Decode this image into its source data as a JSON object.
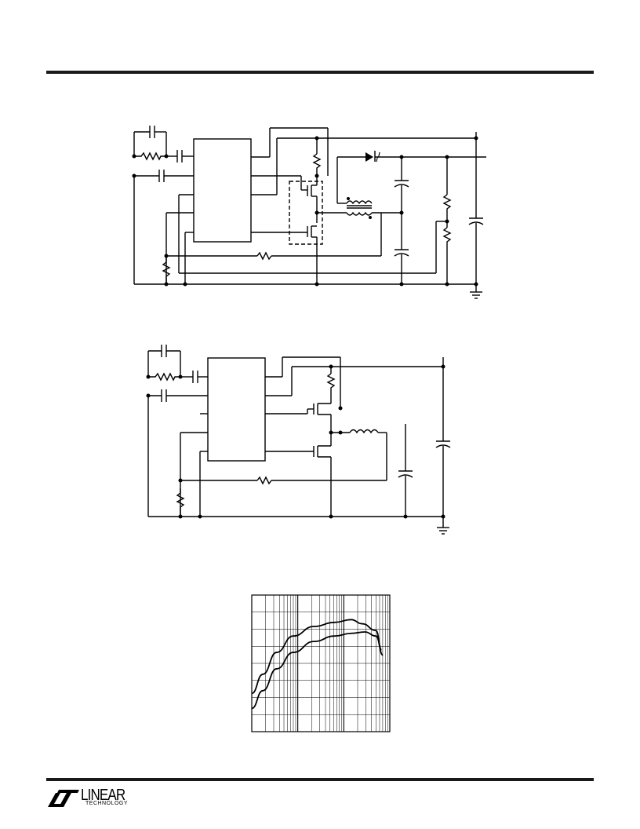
{
  "figures": [
    {
      "id": "schematic-transformer-boost",
      "kind": "circuit-schematic"
    },
    {
      "id": "schematic-buck",
      "kind": "circuit-schematic"
    }
  ],
  "chart_data": {
    "type": "line",
    "x_scale": "log",
    "grid": true,
    "title": "",
    "xlabel": "",
    "ylabel": "",
    "x_decades": 3,
    "y_divisions": 8,
    "series": [
      {
        "values_normalized": [
          [
            0.0,
            0.28
          ],
          [
            0.08,
            0.42
          ],
          [
            0.18,
            0.58
          ],
          [
            0.3,
            0.7
          ],
          [
            0.45,
            0.77
          ],
          [
            0.6,
            0.8
          ],
          [
            0.72,
            0.82
          ],
          [
            0.8,
            0.79
          ],
          [
            0.9,
            0.74
          ],
          [
            0.94,
            0.6
          ]
        ]
      },
      {
        "values_normalized": [
          [
            0.0,
            0.17
          ],
          [
            0.08,
            0.3
          ],
          [
            0.18,
            0.46
          ],
          [
            0.3,
            0.58
          ],
          [
            0.45,
            0.66
          ],
          [
            0.6,
            0.7
          ],
          [
            0.72,
            0.72
          ],
          [
            0.82,
            0.73
          ],
          [
            0.9,
            0.7
          ],
          [
            0.95,
            0.56
          ]
        ]
      }
    ]
  },
  "footer": {
    "brand": "LINEAR",
    "brand_sub": "TECHNOLOGY",
    "logo_icon": "lt-logo-icon"
  }
}
